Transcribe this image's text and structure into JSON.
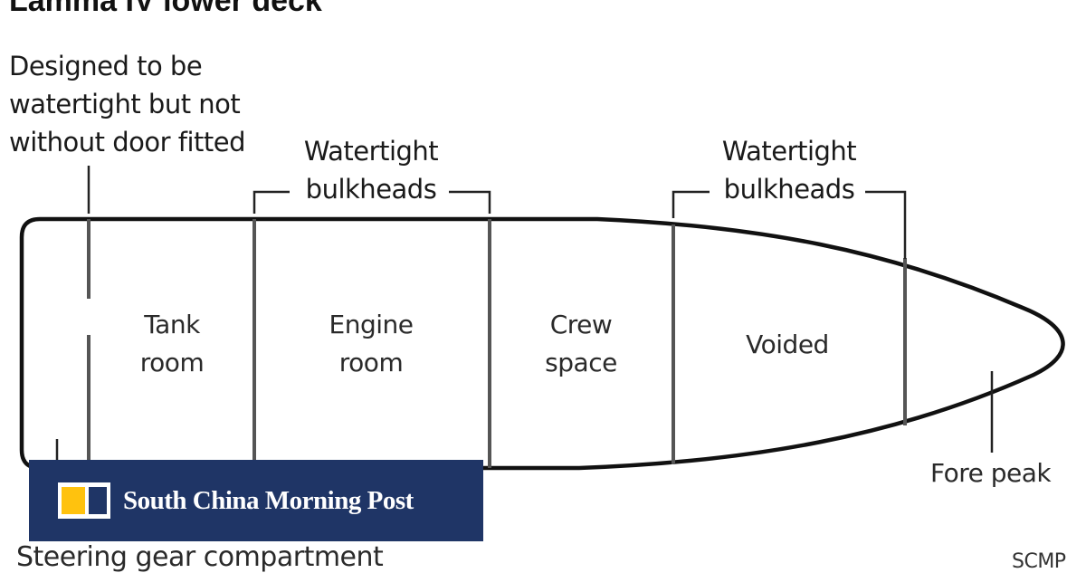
{
  "title": "Lamma IV lower deck",
  "note_lines": [
    "Designed to be",
    "watertight but not",
    "without door fitted"
  ],
  "bulkhead_labels": [
    {
      "lines": [
        "Watertight",
        "bulkheads"
      ]
    },
    {
      "lines": [
        "Watertight",
        "bulkheads"
      ]
    }
  ],
  "rooms": [
    {
      "lines": [
        "Tank",
        "room"
      ]
    },
    {
      "lines": [
        "Engine",
        "room"
      ]
    },
    {
      "lines": [
        "Crew",
        "space"
      ]
    },
    {
      "lines": [
        "Voided"
      ]
    }
  ],
  "fore_peak": "Fore peak",
  "steering": "Steering gear compartment",
  "credit": "SCMP",
  "banner": {
    "brand": "South China Morning Post"
  },
  "colors": {
    "banner": "#1f3566",
    "logo_yellow": "#ffc20e",
    "hull_line": "#111111",
    "bulkhead": "#555555"
  }
}
